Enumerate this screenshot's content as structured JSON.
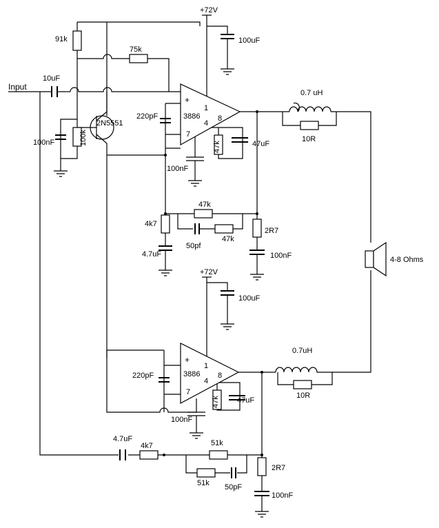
{
  "labels": {
    "input": "Input",
    "supply_top": "+72V",
    "supply_bottom": "+72V",
    "r_91k": "91k",
    "r_75k": "75k",
    "c_10uf": "10uF",
    "q_2n5551": "2N5551",
    "r_100k": "100k",
    "c_100nf_q": "100nF",
    "c_100uf_top": "100uF",
    "c_220pf_top": "220pF",
    "opamp_top": "3886",
    "pin1_top": "1",
    "pin4_top": "4",
    "pin7_top": "7",
    "pin8_top": "8",
    "r_47k_top_v": "47k",
    "c_47uf_top": "47uF",
    "c_100nf_top_mid": "100nF",
    "l_top": "0.7 uH",
    "r_10r_top": "10R",
    "r_47k_fb_top": "47k",
    "r_4k7_top": "4k7",
    "c_50pf_top": "50pf",
    "r_47k_top_2": "47k",
    "c_4_7uf_top": "4.7uF",
    "r_2r7_top": "2R7",
    "c_100nf_zobel_top": "100nF",
    "speaker": "4-8 Ohms",
    "c_100uf_bot": "100uF",
    "c_220pf_bot": "220pF",
    "opamp_bot": "3886",
    "pin1_bot": "1",
    "pin4_bot": "4",
    "pin7_bot": "7",
    "pin8_bot": "8",
    "r_47k_bot_v": "47k",
    "c_47uf_bot": "47uF",
    "c_100nf_bot_mid": "100nF",
    "l_bot": "0.7uH",
    "r_10r_bot": "10R",
    "c_4_7uf_bot": "4.7uF",
    "r_4k7_bot": "4k7",
    "r_51k_a": "51k",
    "r_51k_b": "51k",
    "c_50pf_bot": "50pF",
    "r_2r7_bot": "2R7",
    "c_100nf_zobel_bot": "100nF",
    "plus_top": "+",
    "plus_bot": "+"
  }
}
